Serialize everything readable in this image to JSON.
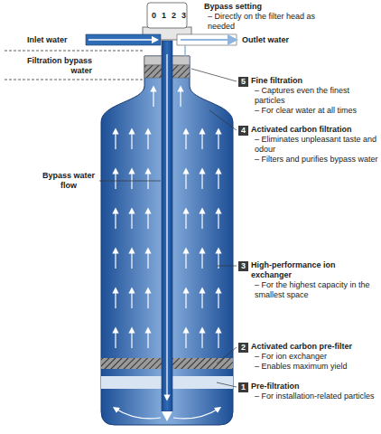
{
  "diagram": {
    "nodes": [
      {
        "text": [
          "5"
        ]
      },
      {
        "text": [
          "4"
        ]
      },
      {
        "text": [
          "3"
        ]
      },
      {
        "text": [
          "2"
        ]
      },
      {
        "text": [
          "1"
        ]
      }
    ],
    "labels": [
      "Bypass setting",
      "– Directly on the filter head as needed",
      "0",
      "1",
      "2",
      "3",
      "Inlet water",
      "Outlet water",
      "Filtration bypass water",
      "Bypass water flow",
      "Fine filtration",
      "– Captures even the finest particles",
      "– For clear water at all times",
      "Activated carbon filtration",
      "– Eliminates unpleasant taste and odour",
      "– Filters and purifies bypass water",
      "High-performance ion exchanger",
      "– For the highest capacity in the smallest space",
      "Activated carbon pre-filter",
      "– For ion exchanger",
      "– Enables maximum yield",
      "Pre-filtration",
      "– For installation-related particles"
    ]
  }
}
